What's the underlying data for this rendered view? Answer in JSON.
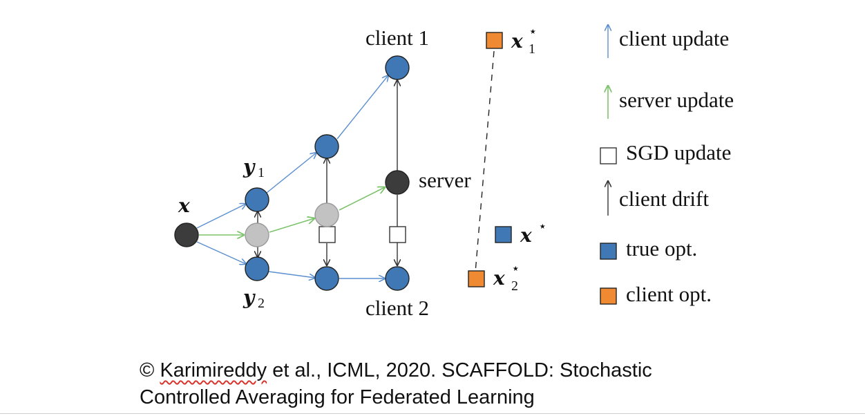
{
  "diagram": {
    "labels": {
      "client1": "client 1",
      "client2": "client 2",
      "server": "server",
      "x": "x",
      "y1": "y",
      "y1_sub": "1",
      "y2": "y",
      "y2_sub": "2",
      "x1star": "x",
      "x1star_sup": "⋆",
      "x1star_sub": "1",
      "x2star": "x",
      "x2star_sup": "⋆",
      "x2star_sub": "2",
      "xstar": "x",
      "xstar_sup": "⋆"
    },
    "colors": {
      "true_opt": "#3f78b4",
      "client_opt": "#ef8a32",
      "server_node": "#3c3c3c",
      "intermediate_node": "#c2c2c2",
      "client_update": "#5b8fcf",
      "server_update": "#7cc36b",
      "client_drift": "#333333"
    }
  },
  "legend": [
    {
      "label": "client update",
      "marker": "arrow-blue-icon"
    },
    {
      "label": "server update",
      "marker": "arrow-green-icon"
    },
    {
      "label": "SGD update",
      "marker": "square-white-icon"
    },
    {
      "label": "client drift",
      "marker": "arrow-black-icon"
    },
    {
      "label": "true opt.",
      "marker": "square-blue-icon"
    },
    {
      "label": "client opt.",
      "marker": "square-orange-icon"
    }
  ],
  "caption": {
    "copyright": "©",
    "author": "Karimireddy",
    "rest_line1": " et al., ICML, 2020. SCAFFOLD: Stochastic",
    "line2": "Controlled Averaging for Federated Learning"
  }
}
